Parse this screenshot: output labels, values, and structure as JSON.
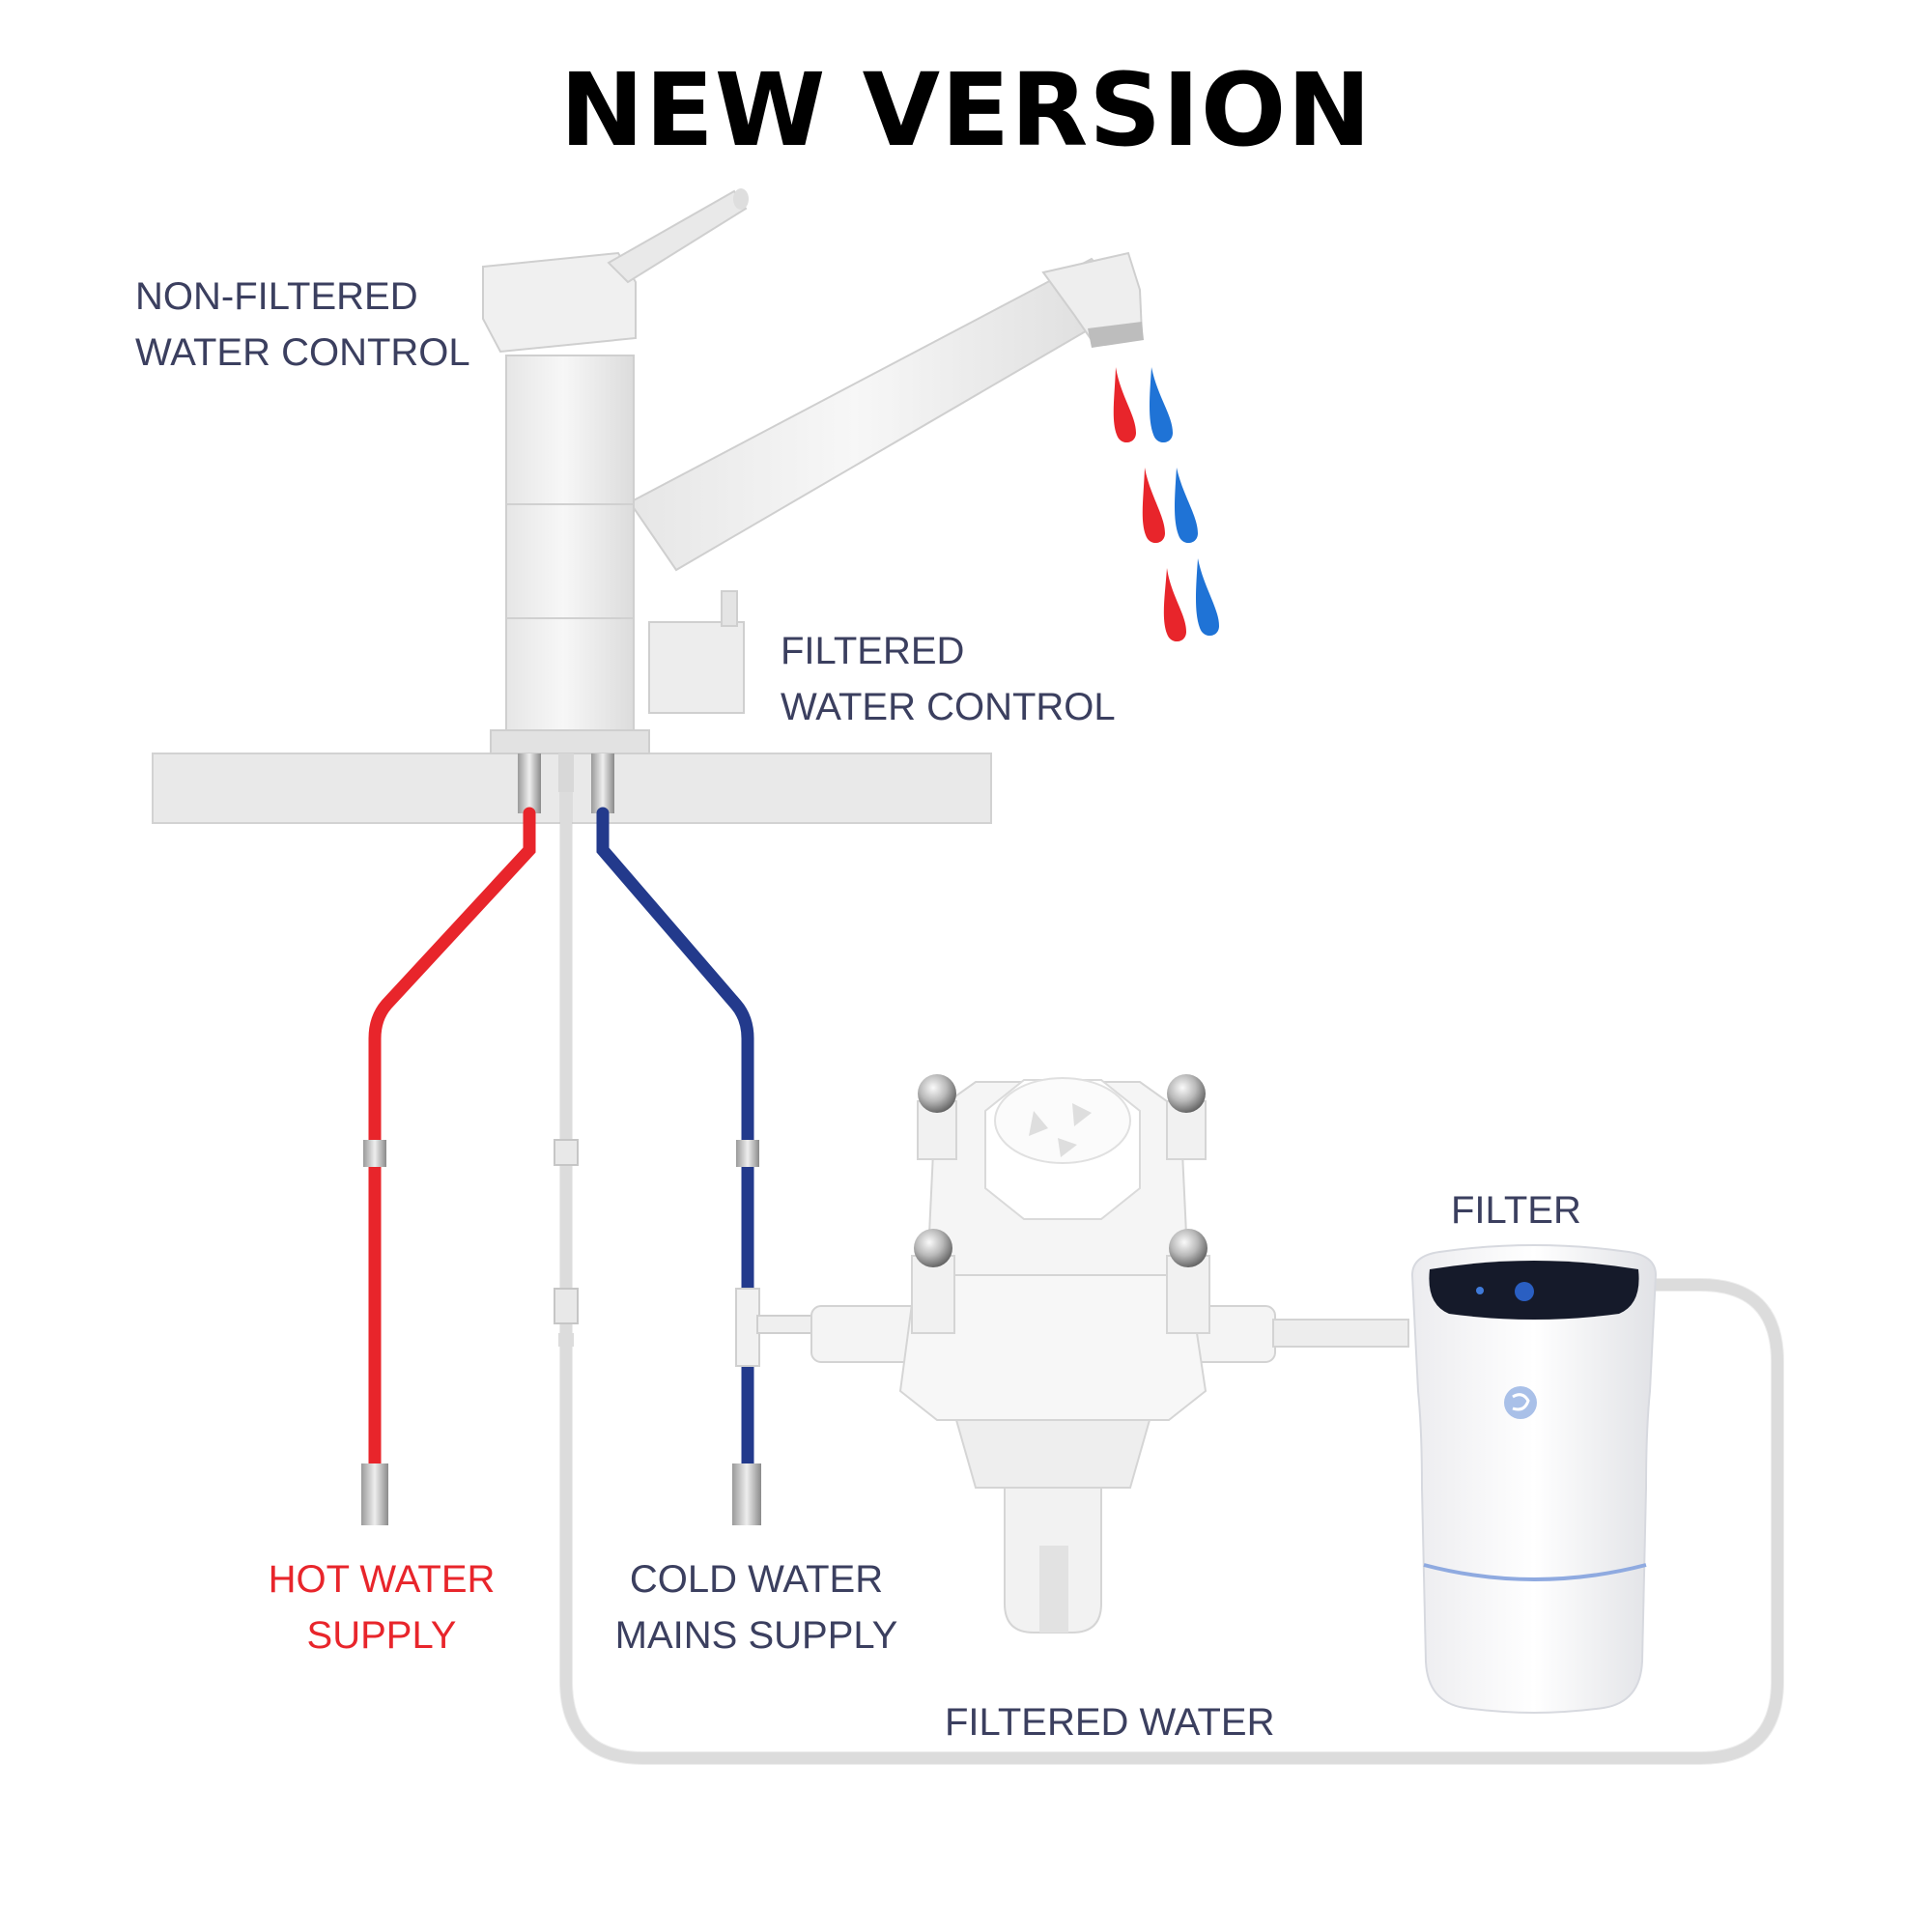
{
  "title": "NEW VERSION",
  "labels": {
    "non_filtered": [
      "NON-FILTERED",
      "WATER CONTROL"
    ],
    "filtered_control": [
      "FILTERED",
      "WATER CONTROL"
    ],
    "hot_supply": [
      "HOT WATER",
      "SUPPLY"
    ],
    "cold_supply": [
      "COLD WATER",
      "MAINS SUPPLY"
    ],
    "filter": "FILTER",
    "filtered_water": "FILTERED WATER"
  },
  "colors": {
    "hot": "#e8252b",
    "cold": "#233a8c",
    "label_text": "#3b3f5f",
    "drop_hot": "#e8252b",
    "drop_cold": "#1f73d6"
  },
  "icons": {
    "filter_logo": "swirl-logo-icon",
    "filter_display": "display-panel-icon"
  }
}
